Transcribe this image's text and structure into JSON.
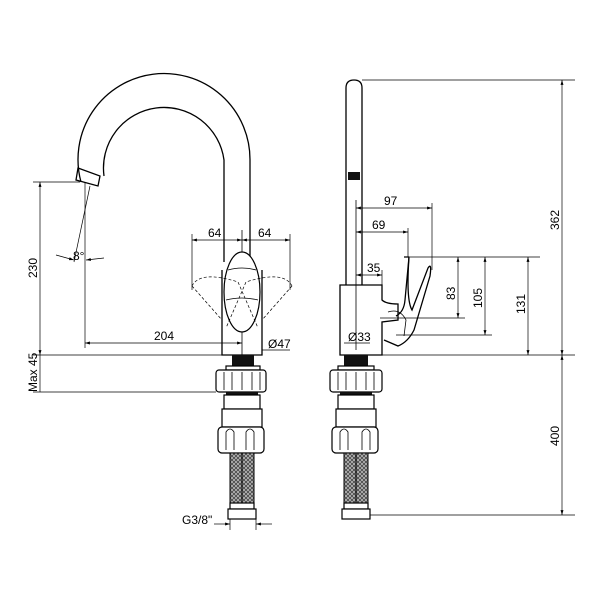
{
  "front_view": {
    "dim_height": "230",
    "dim_max_mount": "Max 45",
    "dim_reach": "204",
    "dim_angle": "8°",
    "dim_handle_left": "64",
    "dim_handle_right": "64",
    "dim_base_diameter": "Ø47",
    "dim_thread": "G3/8\""
  },
  "side_view": {
    "dim_97": "97",
    "dim_69": "69",
    "dim_35": "35",
    "dim_base_diameter": "Ø33",
    "dim_83": "83",
    "dim_105": "105",
    "dim_131": "131",
    "dim_total_height": "362",
    "dim_hose_length": "400"
  }
}
